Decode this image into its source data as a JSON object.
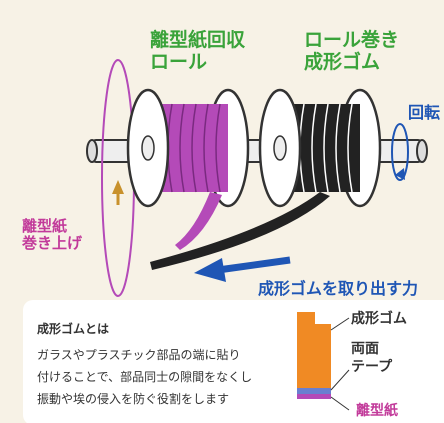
{
  "labels": {
    "release_roll_line1": "離型紙回収",
    "release_roll_line2": "ロール",
    "roll_wind_line1": "ロール巻き",
    "roll_wind_line2": "成形ゴム",
    "rotation": "回転",
    "paper_takeup_line1": "離型紙",
    "paper_takeup_line2": "巻き上げ",
    "take_out": "成形ゴムを取り出す力"
  },
  "info": {
    "title": "成形ゴムとは",
    "body": [
      "ガラスやプラスチック部品の端に貼り",
      "付けることで、部品同士の隙間をなくし",
      "振動や埃の侵入を防ぐ役割をします"
    ],
    "legend_rubber": "成形ゴム",
    "legend_tape_line1": "両面",
    "legend_tape_line2": "テープ",
    "legend_paper": "離型紙"
  },
  "colors": {
    "green": "#3aa33a",
    "purple": "#b44ab8",
    "blue": "#1f56b5",
    "orange": "#f08a24",
    "background": "#f7f2e6"
  }
}
